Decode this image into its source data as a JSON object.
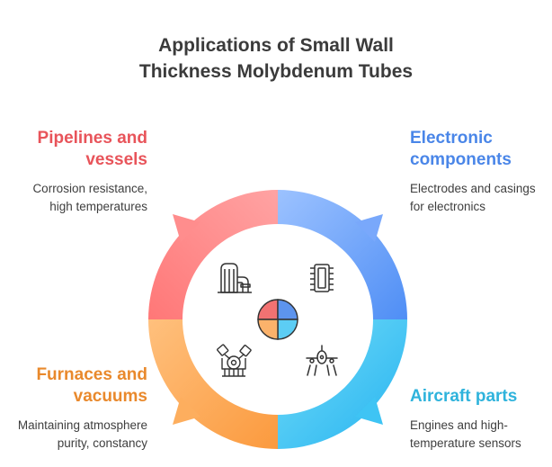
{
  "title": {
    "line1": "Applications of Small Wall",
    "line2": "Thickness Molybdenum Tubes"
  },
  "sections": {
    "top_left": {
      "heading_line1": "Pipelines and",
      "heading_line2": "vessels",
      "desc_line1": "Corrosion resistance,",
      "desc_line2": "high temperatures",
      "color": "#e8545a",
      "icon": "industrial-pipes-icon"
    },
    "top_right": {
      "heading_line1": "Electronic",
      "heading_line2": "components",
      "desc_line1": "Electrodes and casings",
      "desc_line2": "for electronics",
      "color": "#4a86e8",
      "icon": "microchip-icon"
    },
    "bottom_left": {
      "heading_line1": "Furnaces and",
      "heading_line2": "vacuums",
      "desc_line1": "Maintaining atmosphere",
      "desc_line2": "purity, constancy",
      "color": "#e9892c",
      "icon": "engine-icon"
    },
    "bottom_right": {
      "heading_line1": "Aircraft parts",
      "desc_line1": "Engines and high-",
      "desc_line2": "temperature sensors",
      "color": "#2fb3dc",
      "icon": "airplane-icon"
    }
  }
}
